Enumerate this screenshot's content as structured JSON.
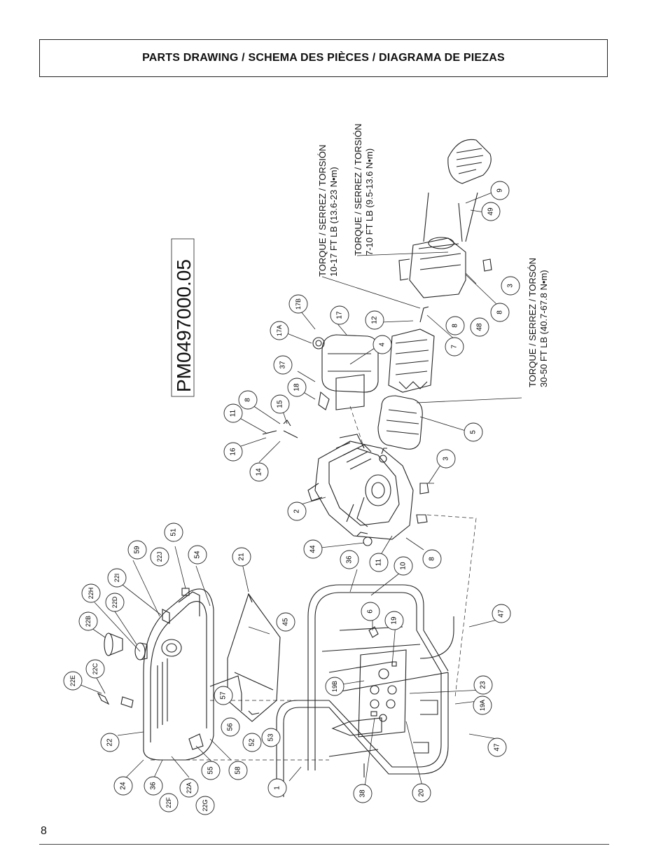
{
  "header": {
    "title": "PARTS DRAWING / SCHEMA DES PIÈCES / DIAGRAMA DE PIEZAS"
  },
  "drawing": {
    "model_number": "PM0497000.05",
    "torque_notes": {
      "t1_line1": "TORQUE / SERREZ / TORSIÓN",
      "t1_line2": "10-17 FT LB (13.6-23 N•m)",
      "t2_line1": "TORQUE / SERREZ / TORSIÓN",
      "t2_line2": "7-10 FT LB (9.5-13.6 N•m)",
      "t3_line1": "TORQUE / SERREZ / TORSÓN",
      "t3_line2": "30-50 FT LB (40.7-67.8 N•m)"
    },
    "callouts": {
      "c1": "1",
      "c2": "2",
      "c3a": "3",
      "c3b": "3",
      "c4": "4",
      "c5": "5",
      "c6": "6",
      "c7": "7",
      "c8a": "8",
      "c8b": "8",
      "c8c": "8",
      "c8d": "8",
      "c9": "9",
      "c10": "10",
      "c11a": "11",
      "c11b": "11",
      "c12": "12",
      "c14": "14",
      "c15": "15",
      "c16": "16",
      "c17": "17",
      "c17a": "17A",
      "c17b": "17B",
      "c18": "18",
      "c19": "19",
      "c19a": "19A",
      "c19b": "19B",
      "c20": "20",
      "c21": "21",
      "c22": "22",
      "c22a": "22A",
      "c22b": "22B",
      "c22c": "22C",
      "c22d": "22D",
      "c22e": "22E",
      "c22f": "22F",
      "c22g": "22G",
      "c22h": "22H",
      "c22i": "22I",
      "c22j": "22J",
      "c23": "23",
      "c24": "24",
      "c36a": "36",
      "c36b": "36",
      "c37": "37",
      "c38": "38",
      "c44": "44",
      "c45": "45",
      "c47a": "47",
      "c47b": "47",
      "c48": "48",
      "c49": "49",
      "c51": "51",
      "c52": "52",
      "c53": "53",
      "c54": "54",
      "c55": "55",
      "c56": "56",
      "c57": "57",
      "c58": "58",
      "c59": "59"
    }
  },
  "footer": {
    "page_number": "8"
  }
}
